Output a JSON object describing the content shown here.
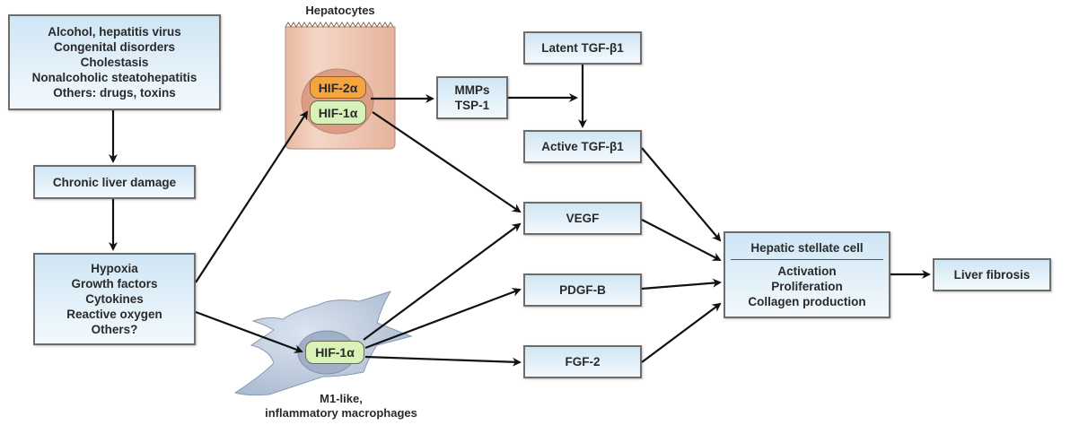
{
  "diagram": {
    "causes": {
      "lines": [
        "Alcohol, hepatitis virus",
        "Congenital disorders",
        "Cholestasis",
        "Nonalcoholic steatohepatitis",
        "Others: drugs, toxins"
      ]
    },
    "damage": {
      "label": "Chronic liver damage"
    },
    "stimuli": {
      "lines": [
        "Hypoxia",
        "Growth factors",
        "Cytokines",
        "Reactive oxygen",
        "Others?"
      ]
    },
    "hepatocytes": {
      "label": "Hepatocytes",
      "hif2": "HIF-2α",
      "hif1": "HIF-1α"
    },
    "macrophages": {
      "hif1": "HIF-1α",
      "label_lines": [
        "M1-like,",
        "inflammatory macrophages"
      ]
    },
    "mmps": {
      "lines": [
        "MMPs",
        "TSP-1"
      ]
    },
    "latent_tgf": {
      "label": "Latent TGF-β1"
    },
    "active_tgf": {
      "label": "Active TGF-β1"
    },
    "vegf": {
      "label": "VEGF"
    },
    "pdgf": {
      "label": "PDGF-B"
    },
    "fgf": {
      "label": "FGF-2"
    },
    "hsc": {
      "title": "Hepatic stellate cell",
      "lines": [
        "Activation",
        "Proliferation",
        "Collagen production"
      ]
    },
    "fibrosis": {
      "label": "Liver fibrosis"
    },
    "colors": {
      "box_top": "#cfe6f5",
      "box_bottom": "#f3f9fd",
      "hepatocyte": "#eec3ad",
      "hif2": "#f5a540",
      "hif1": "#d9f2b8",
      "macrophage": "#b9c8dc",
      "arrow": "#111111"
    }
  }
}
